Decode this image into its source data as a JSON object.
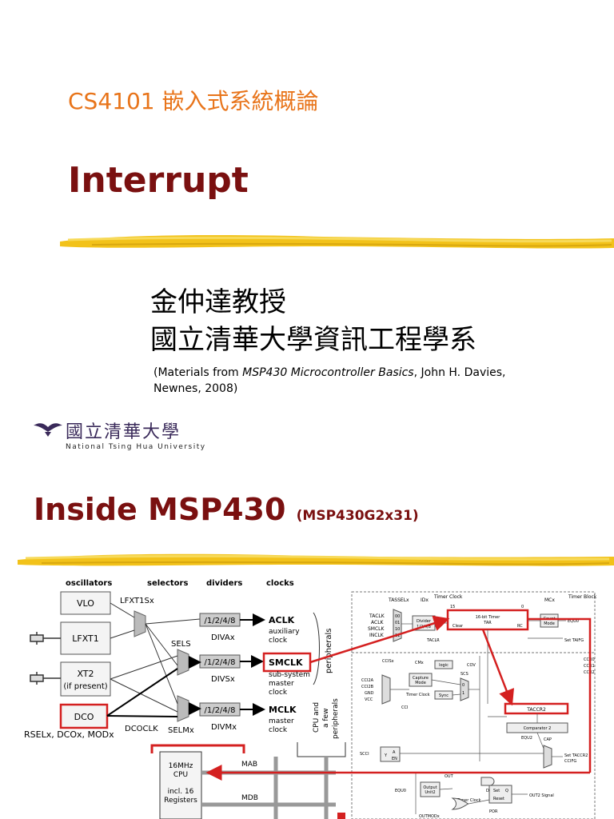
{
  "slide1": {
    "course": "CS4101 嵌入式系統概論",
    "title": "Interrupt",
    "authors_line1": "金仲達教授",
    "authors_line2": "國立清華大學資訊工程學系",
    "materials_prefix": "(Materials from ",
    "materials_book": "MSP430 Microcontroller Basics",
    "materials_suffix": ", John H. Davies, Newnes, 2008)",
    "logo_cn": "國立清華大學",
    "logo_en": "National Tsing Hua University"
  },
  "slide2": {
    "title": "Inside MSP430",
    "subtitle": "(MSP430G2x31)",
    "diagram": {
      "headers": {
        "oscillators": "oscillators",
        "selectors": "selectors",
        "dividers": "dividers",
        "clocks": "clocks"
      },
      "osc": {
        "vlo": "VLO",
        "lfxt1": "LFXT1",
        "xt2_1": "XT2",
        "xt2_2": "(if present)",
        "dco": "DCO"
      },
      "sel": {
        "lfxt1sx": "LFXT1Sx",
        "sels": "SELS",
        "selmx": "SELMx",
        "dcoclk": "DCOCLK",
        "rsel": "RSELx, DCOx, MODx"
      },
      "div": {
        "d1": "/1/2/4/8",
        "d2": "/1/2/4/8",
        "d3": "/1/2/4/8",
        "divax": "DIVAx",
        "divsx": "DIVSx",
        "divmx": "DIVMx"
      },
      "clk": {
        "aclk": "ACLK",
        "aclk_d1": "auxiliary",
        "aclk_d2": "clock",
        "smclk": "SMCLK",
        "smclk_d1": "sub-system",
        "smclk_d2": "master",
        "smclk_d3": "clock",
        "mclk": "MCLK",
        "mclk_d1": "master",
        "mclk_d2": "clock",
        "peripherals": "peripherals",
        "cpu_periph_1": "CPU and",
        "cpu_periph_2": "a few",
        "cpu_periph_3": "peripherals"
      },
      "cpu": {
        "l1": "16MHz",
        "l2": "CPU",
        "l3": "incl. 16",
        "l4": "Registers",
        "mab": "MAB",
        "mdb": "MDB"
      },
      "timer": {
        "block": "Timer Block",
        "tassel": "TASSELx",
        "idx": "IDx",
        "timer_clock": "Timer Clock",
        "mcx": "MCx",
        "taclk": "TACLK",
        "aclk": "ACLK",
        "smclk": "SMCLK",
        "inclk": "INCLK",
        "m00": "00",
        "m01": "01",
        "m10": "10",
        "m11": "11",
        "divider1": "Divider",
        "divider2": "1/2/4/8",
        "tar1": "16-bit Timer",
        "tar2": "TAR",
        "n15": "15",
        "n0": "0",
        "clear": "Clear",
        "rc": "RC",
        "count1": "Count",
        "count2": "Mode",
        "equ0": "EQU0",
        "taclr": "TACLR",
        "set_taifg": "Set TAIFG",
        "cc0": "CCR0",
        "cc1": "CCR1",
        "cc2": "CCR2",
        "ccisx": "CCISx",
        "cmx": "CMx",
        "logic": "logic",
        "cov": "COV",
        "scs": "SCS",
        "ccl2a": "CCI2A",
        "ccl2b": "CCI2B",
        "gnd": "GND",
        "vcc": "VCC",
        "cap1": "Capture",
        "cap2": "Mode",
        "timer_clock2": "Timer Clock",
        "sync": "Sync",
        "taccr2": "TACCR2",
        "comparator": "Comparator 2",
        "equ2": "EQU2",
        "cap": "CAP",
        "cci": "CCI",
        "scci": "SCCI",
        "y": "Y",
        "a": "A",
        "en": "EN",
        "set_taccr2": "Set TACCR2",
        "ccifg": "CCIFG",
        "out": "OUT",
        "output1": "Output",
        "output2": "Unit2",
        "equ0b": "EQU0",
        "timer_clock3": "Timer Clock",
        "set": "Set",
        "q": "Q",
        "reset": "Reset",
        "d": "D",
        "out2": "OUT2 Signal",
        "por": "POR",
        "outmodx": "OUTMODx",
        "zero": "0",
        "one": "1"
      }
    }
  },
  "colors": {
    "course": "#e8741a",
    "title": "#7a1010",
    "highlight": "#d42020",
    "stroke": "#f2c21a"
  }
}
